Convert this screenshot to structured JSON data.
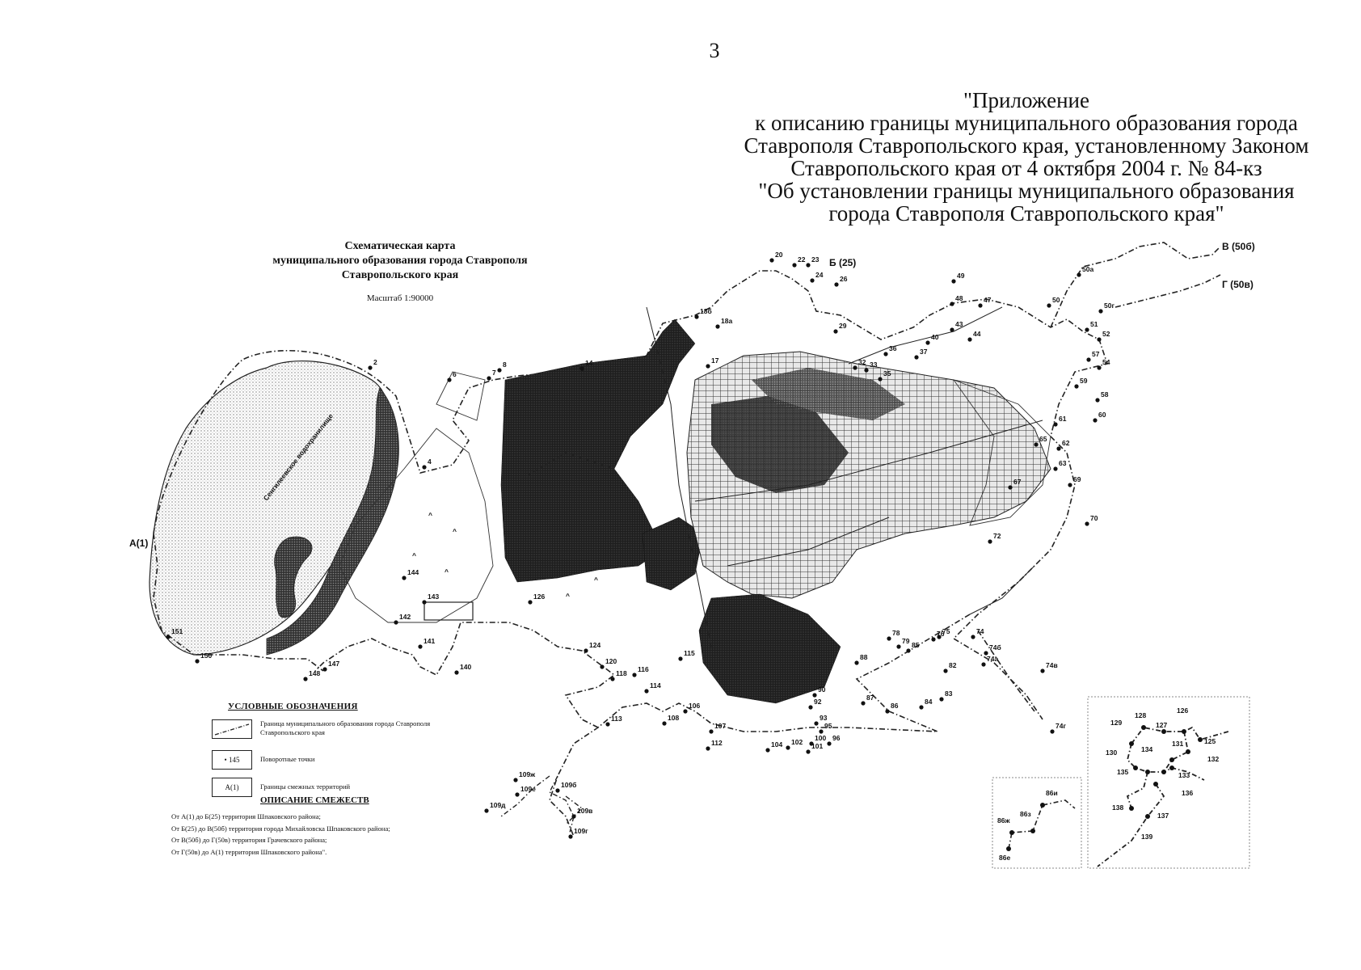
{
  "page_number": "3",
  "appendix_lines": [
    "\"Приложение",
    "к описанию границы муниципального образования города",
    "Ставрополя Ставропольского края, установленному Законом",
    "Ставропольского края от 4 октября 2004 г. № 84-кз",
    "\"Об установлении границы муниципального образования",
    "города Ставрополя Ставропольского края\""
  ],
  "map_title_lines": [
    "Схематическая карта",
    "муниципального образования города Ставрополя",
    "Ставропольского края"
  ],
  "scale": "Масштаб 1:90000",
  "reservoir_label": "Сенгилеевское водохранилище",
  "legend": {
    "title": "УСЛОВНЫЕ ОБОЗНАЧЕНИЯ",
    "items": [
      {
        "swatch": "",
        "label": "Граница муниципального образования города Ставрополя Ставропольского края"
      },
      {
        "swatch": "• 145",
        "label": "Поворотные точки"
      },
      {
        "swatch": "А(1)",
        "label": "Границы смежных территорий"
      }
    ]
  },
  "adjacency": {
    "title": "ОПИСАНИЕ СМЕЖЕСТВ",
    "lines": [
      "От А(1) до Б(25) территория Шпаковского района;",
      "От Б(25) до В(50б) территория города Михайловска Шпаковского района;",
      "От В(50б) до Г(50в) территория Грачевского района;",
      "От Г(50в) до А(1) территория Шпаковского района\"."
    ]
  },
  "corner_labels": {
    "a": "А(1)",
    "b": "Б (25)",
    "v": "В (50б)",
    "g": "Г (50в)"
  },
  "points": [
    {
      "id": "2",
      "label": "2"
    },
    {
      "id": "4",
      "label": "4"
    },
    {
      "id": "6",
      "label": "6"
    },
    {
      "id": "7",
      "label": "7"
    },
    {
      "id": "8",
      "label": "8"
    },
    {
      "id": "14",
      "label": "14"
    },
    {
      "id": "17",
      "label": "17"
    },
    {
      "id": "18a",
      "label": "18а"
    },
    {
      "id": "18b",
      "label": "18б"
    },
    {
      "id": "20",
      "label": "20"
    },
    {
      "id": "22",
      "label": "22"
    },
    {
      "id": "23",
      "label": "23"
    },
    {
      "id": "24",
      "label": "24"
    },
    {
      "id": "26",
      "label": "26"
    },
    {
      "id": "29",
      "label": "29"
    },
    {
      "id": "32",
      "label": "32"
    },
    {
      "id": "33",
      "label": "33"
    },
    {
      "id": "35",
      "label": "35"
    },
    {
      "id": "36",
      "label": "36"
    },
    {
      "id": "37",
      "label": "37"
    },
    {
      "id": "40",
      "label": "40"
    },
    {
      "id": "43",
      "label": "43"
    },
    {
      "id": "44",
      "label": "44"
    },
    {
      "id": "47",
      "label": "47"
    },
    {
      "id": "48",
      "label": "48"
    },
    {
      "id": "49",
      "label": "49"
    },
    {
      "id": "50",
      "label": "50"
    },
    {
      "id": "50a",
      "label": "50а"
    },
    {
      "id": "50g",
      "label": "50г"
    },
    {
      "id": "51",
      "label": "51"
    },
    {
      "id": "52",
      "label": "52"
    },
    {
      "id": "54",
      "label": "54"
    },
    {
      "id": "57",
      "label": "57"
    },
    {
      "id": "58",
      "label": "58"
    },
    {
      "id": "59",
      "label": "59"
    },
    {
      "id": "60",
      "label": "60"
    },
    {
      "id": "61",
      "label": "61"
    },
    {
      "id": "62",
      "label": "62"
    },
    {
      "id": "63",
      "label": "63"
    },
    {
      "id": "65",
      "label": "65"
    },
    {
      "id": "67",
      "label": "67"
    },
    {
      "id": "69",
      "label": "69"
    },
    {
      "id": "70",
      "label": "70"
    },
    {
      "id": "72",
      "label": "72"
    },
    {
      "id": "74",
      "label": "74"
    },
    {
      "id": "74a",
      "label": "74а"
    },
    {
      "id": "74b",
      "label": "74б"
    },
    {
      "id": "74v",
      "label": "74в"
    },
    {
      "id": "74g",
      "label": "74г"
    },
    {
      "id": "75",
      "label": "75"
    },
    {
      "id": "76",
      "label": "76"
    },
    {
      "id": "78",
      "label": "78"
    },
    {
      "id": "79",
      "label": "79"
    },
    {
      "id": "82",
      "label": "82"
    },
    {
      "id": "83",
      "label": "83"
    },
    {
      "id": "84",
      "label": "84"
    },
    {
      "id": "85",
      "label": "85"
    },
    {
      "id": "86",
      "label": "86"
    },
    {
      "id": "87",
      "label": "87"
    },
    {
      "id": "88",
      "label": "88"
    },
    {
      "id": "90",
      "label": "90"
    },
    {
      "id": "92",
      "label": "92"
    },
    {
      "id": "93",
      "label": "93"
    },
    {
      "id": "95",
      "label": "95"
    },
    {
      "id": "96",
      "label": "96"
    },
    {
      "id": "100",
      "label": "100"
    },
    {
      "id": "101",
      "label": "101"
    },
    {
      "id": "102",
      "label": "102"
    },
    {
      "id": "104",
      "label": "104"
    },
    {
      "id": "106",
      "label": "106"
    },
    {
      "id": "107",
      "label": "107"
    },
    {
      "id": "108",
      "label": "108"
    },
    {
      "id": "109v",
      "label": "109в"
    },
    {
      "id": "109g",
      "label": "109г"
    },
    {
      "id": "109d",
      "label": "109д"
    },
    {
      "id": "109e",
      "label": "109е"
    },
    {
      "id": "109zh",
      "label": "109ж"
    },
    {
      "id": "109b",
      "label": "109б"
    },
    {
      "id": "112",
      "label": "112"
    },
    {
      "id": "113",
      "label": "113"
    },
    {
      "id": "114",
      "label": "114"
    },
    {
      "id": "115",
      "label": "115"
    },
    {
      "id": "116",
      "label": "116"
    },
    {
      "id": "118",
      "label": "118"
    },
    {
      "id": "120",
      "label": "120"
    },
    {
      "id": "124",
      "label": "124"
    },
    {
      "id": "126s",
      "label": "126"
    },
    {
      "id": "140",
      "label": "140"
    },
    {
      "id": "141",
      "label": "141"
    },
    {
      "id": "142",
      "label": "142"
    },
    {
      "id": "143",
      "label": "143"
    },
    {
      "id": "144",
      "label": "144"
    },
    {
      "id": "147",
      "label": "147"
    },
    {
      "id": "148",
      "label": "148"
    },
    {
      "id": "150",
      "label": "150"
    },
    {
      "id": "151",
      "label": "151"
    }
  ],
  "inset_86": [
    "86е",
    "86ж",
    "86з",
    "86и"
  ],
  "inset_125": [
    "125",
    "126",
    "127",
    "128",
    "129",
    "130",
    "131",
    "132",
    "133",
    "134",
    "135",
    "136",
    "137",
    "138",
    "139"
  ]
}
